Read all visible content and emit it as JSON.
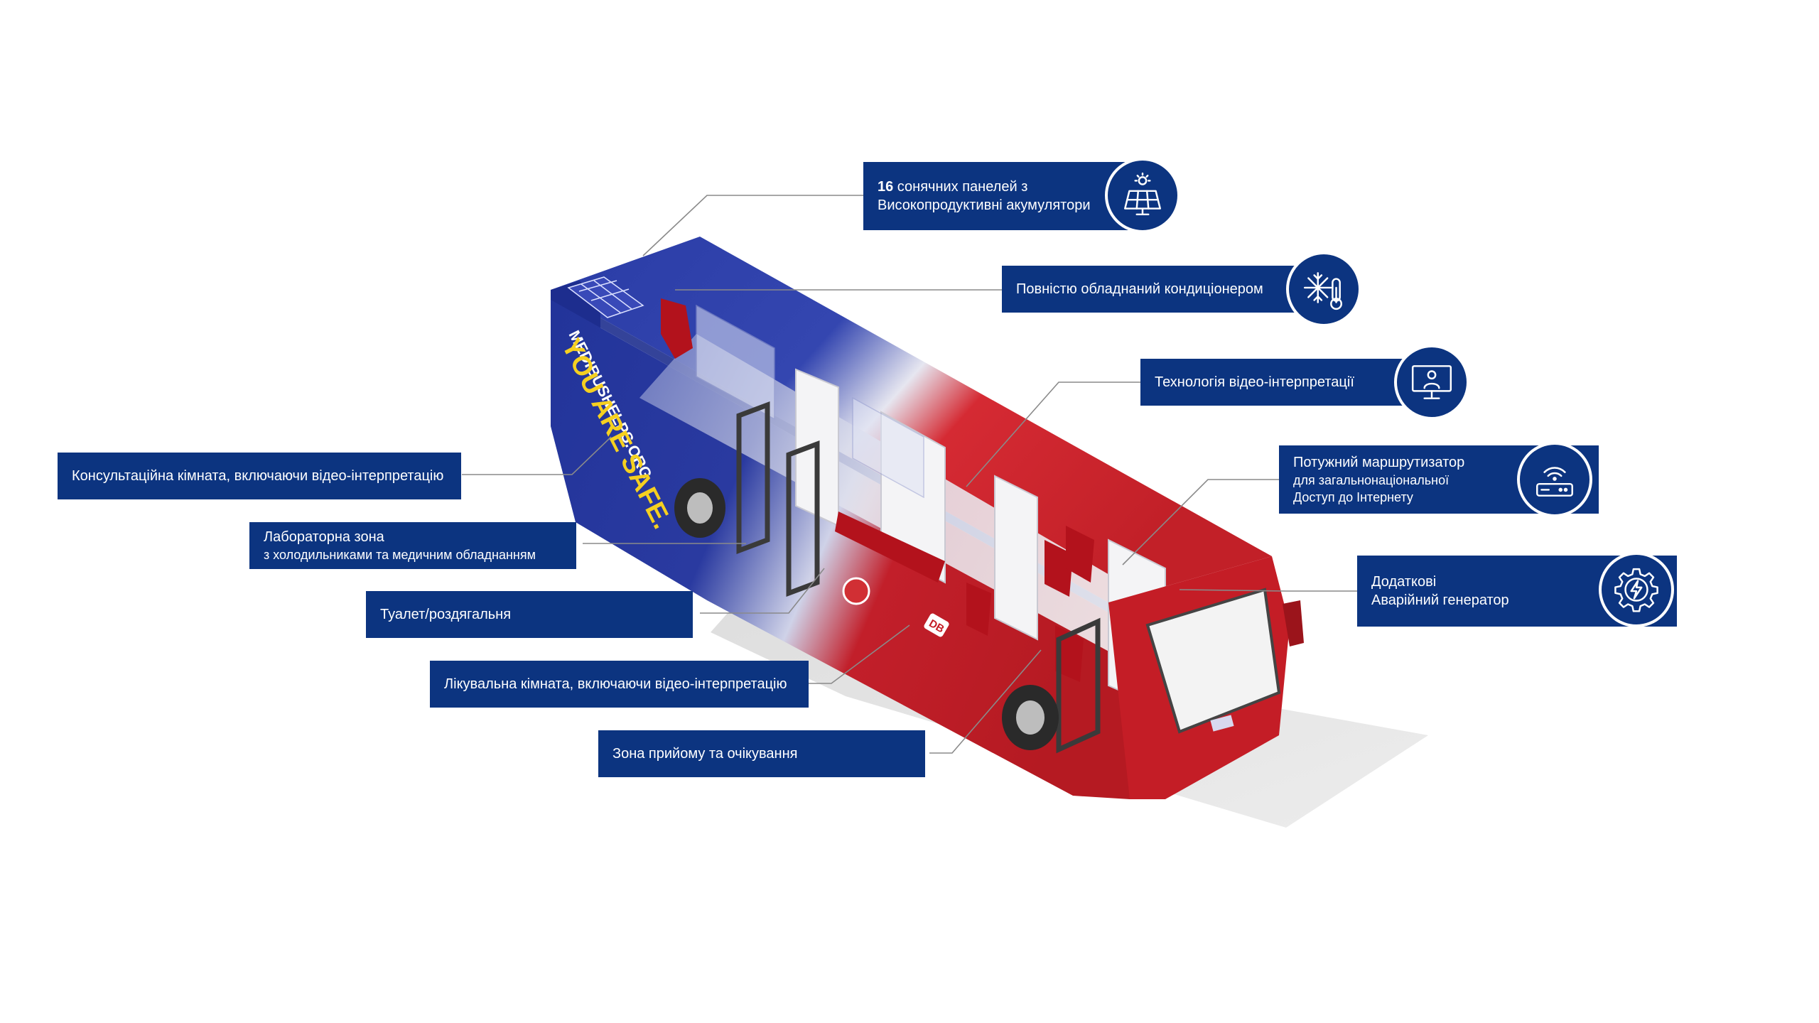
{
  "callouts_right": [
    {
      "id": "solar",
      "line1_num": "16",
      "line1_rest": " сонячних панелей з",
      "line2": "Високопродуктивні акумулятори",
      "icon": "solar-panel-icon"
    },
    {
      "id": "ac",
      "line1": "Повністю обладнаний кондиціонером",
      "icon": "snowflake-thermometer-icon"
    },
    {
      "id": "video",
      "line1": "Технологія відео-інтерпретації",
      "icon": "monitor-person-icon"
    },
    {
      "id": "router",
      "line1": "Потужний маршрутизатор",
      "line2": "для загальнонаціональної",
      "line3": "Доступ до Інтернету",
      "icon": "router-wifi-icon"
    },
    {
      "id": "generator",
      "line1": "Додаткові",
      "line2": "Аварійний генератор",
      "icon": "gear-lightning-icon"
    }
  ],
  "callouts_left": [
    {
      "id": "consult",
      "line1": "Консультаційна кімната, включаючи відео-інтерпретацію"
    },
    {
      "id": "lab",
      "line1": "Лабораторна зона",
      "line2": "з холодильниками та медичним обладнанням"
    },
    {
      "id": "toilet",
      "line1": "Туалет/роздягальня"
    },
    {
      "id": "treatment",
      "line1": "Лікувальна кімната, включаючи відео-інтерпретацію"
    },
    {
      "id": "reception",
      "line1": "Зона прийому та очікування"
    }
  ],
  "bus": {
    "website": "MEDIBUSHELPS.ORG",
    "slogan": "YOU ARE SAFE.",
    "operator_logo": "DB"
  },
  "colors": {
    "label_bg": "#0c3480",
    "label_text": "#ffffff",
    "bus_blue": "#23359a",
    "bus_red": "#b81c22",
    "slogan_yellow": "#f5d020",
    "leader_line": "#8a8a8a"
  }
}
